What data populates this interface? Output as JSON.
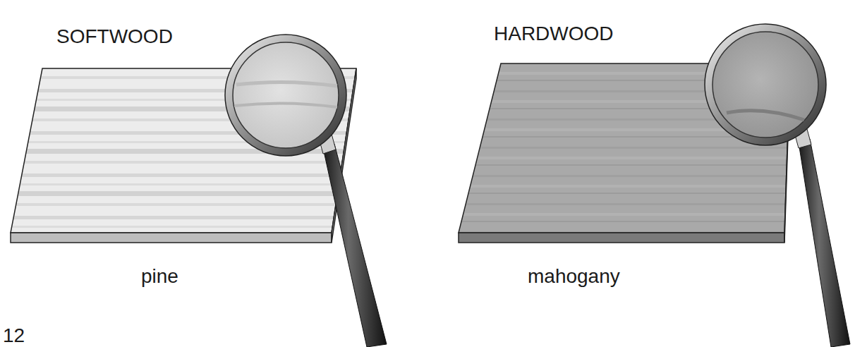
{
  "diagram": {
    "labels": [
      "SOFTWOOD",
      "pine",
      "HARDWOOD",
      "mahogany",
      "12"
    ]
  }
}
